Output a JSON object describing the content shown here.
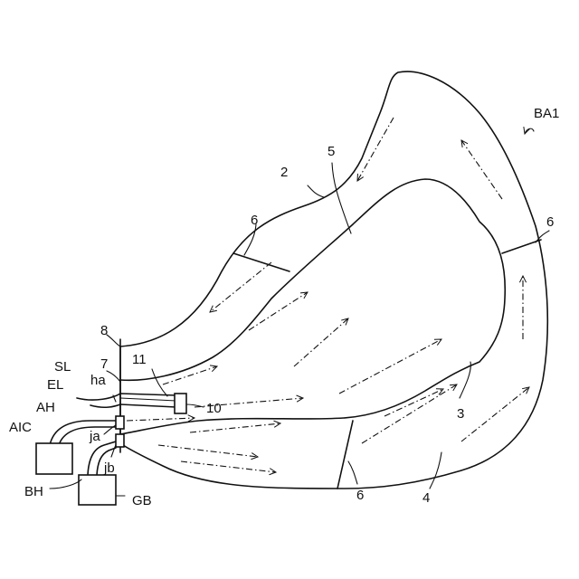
{
  "figure": {
    "title_label": "BA1",
    "labels": {
      "n2": "2",
      "n3": "3",
      "n4": "4",
      "n5": "5",
      "n6a": "6",
      "n6b": "6",
      "n6c": "6",
      "n7": "7",
      "n8": "8",
      "n10": "10",
      "n11": "11",
      "sl": "SL",
      "el": "EL",
      "ha": "ha",
      "ah": "AH",
      "aic": "AIC",
      "ja": "ja",
      "jb": "jb",
      "bh": "BH",
      "gb": "GB"
    }
  }
}
